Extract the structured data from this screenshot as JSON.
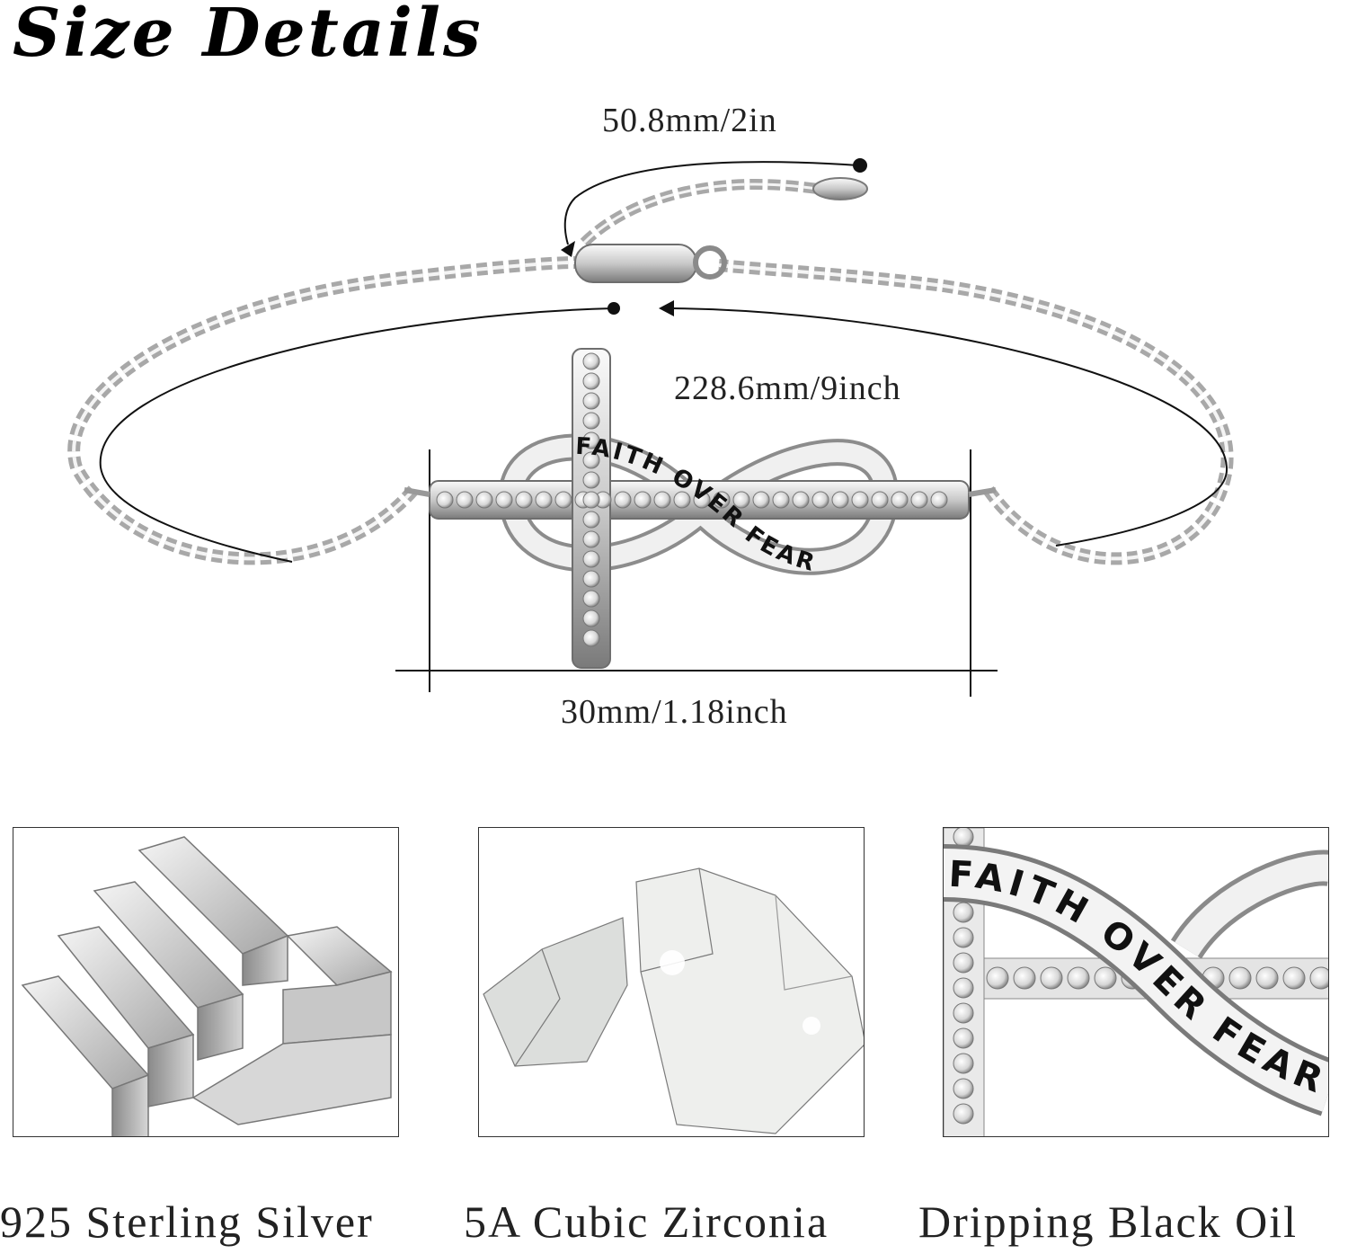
{
  "title": "Size Details",
  "dimensions": {
    "clasp_extension": "50.8mm/2in",
    "bracelet_length": "228.6mm/9inch",
    "pendant_width": "30mm/1.18inch"
  },
  "pendant": {
    "engraving": "FAITH OVER FEAR"
  },
  "features": [
    {
      "label": "925 Sterling Silver"
    },
    {
      "label": "5A Cubic Zirconia"
    },
    {
      "label": "Dripping Black Oil",
      "closeup_text": "FAITH OVER FEAR"
    }
  ],
  "colors": {
    "silver_light": "#f2f2f2",
    "silver_mid": "#bdbdbd",
    "silver_dark": "#6e6e6e",
    "ink": "#111111"
  }
}
